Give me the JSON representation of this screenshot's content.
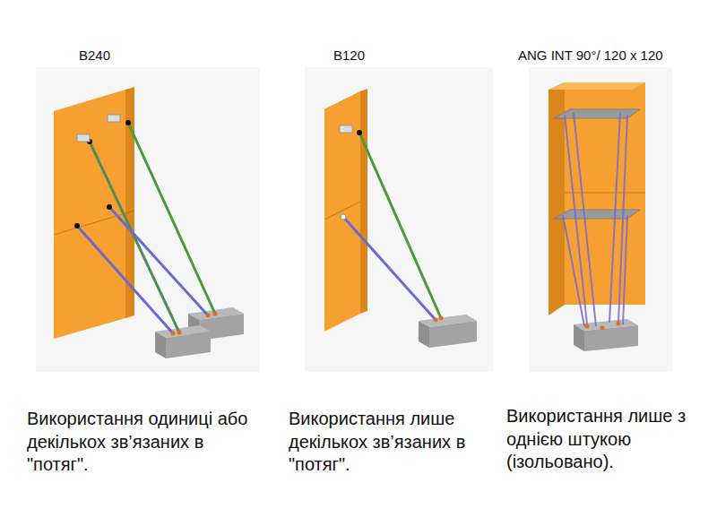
{
  "diagram": {
    "labels": [
      "B240",
      "B120",
      "ANG INT 90°/ 120 x 120",
      "Використання одиниці або декількох зв’язаних в \"потяг\".",
      "Використання лише декількох зв’язаних в \"потяг\".",
      "Використання лише з однією штукою (ізольовано)."
    ]
  }
}
